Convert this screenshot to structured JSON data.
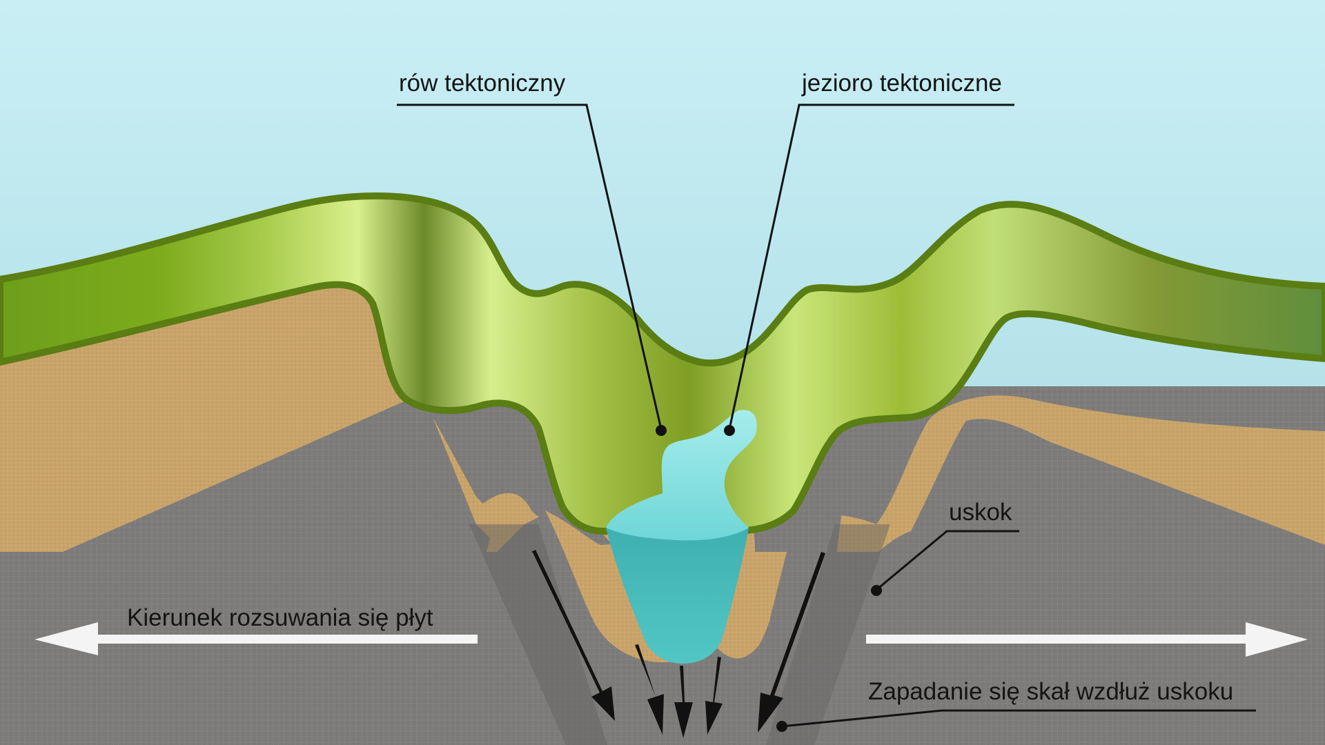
{
  "labels": {
    "rift_valley": "rów tektoniczny",
    "tectonic_lake": "jezioro tektoniczne",
    "fault": "uskok",
    "plate_direction": "Kierunek rozsuwania się płyt",
    "rock_collapse": "Zapadanie się skał wzdłuż uskoku"
  },
  "colors": {
    "sky_top": "#c9eff4",
    "sky_bottom": "#a7dbe4",
    "grass": "#8fb33a",
    "grass_edge": "#5a7d14",
    "soil": "#c9a46a",
    "rock": "#7b7a78",
    "lake_surface": "#7fdcdc",
    "lake_body": "#3fb2b3",
    "arrow_white": "#f4f4f4",
    "arrow_black": "#111111"
  }
}
